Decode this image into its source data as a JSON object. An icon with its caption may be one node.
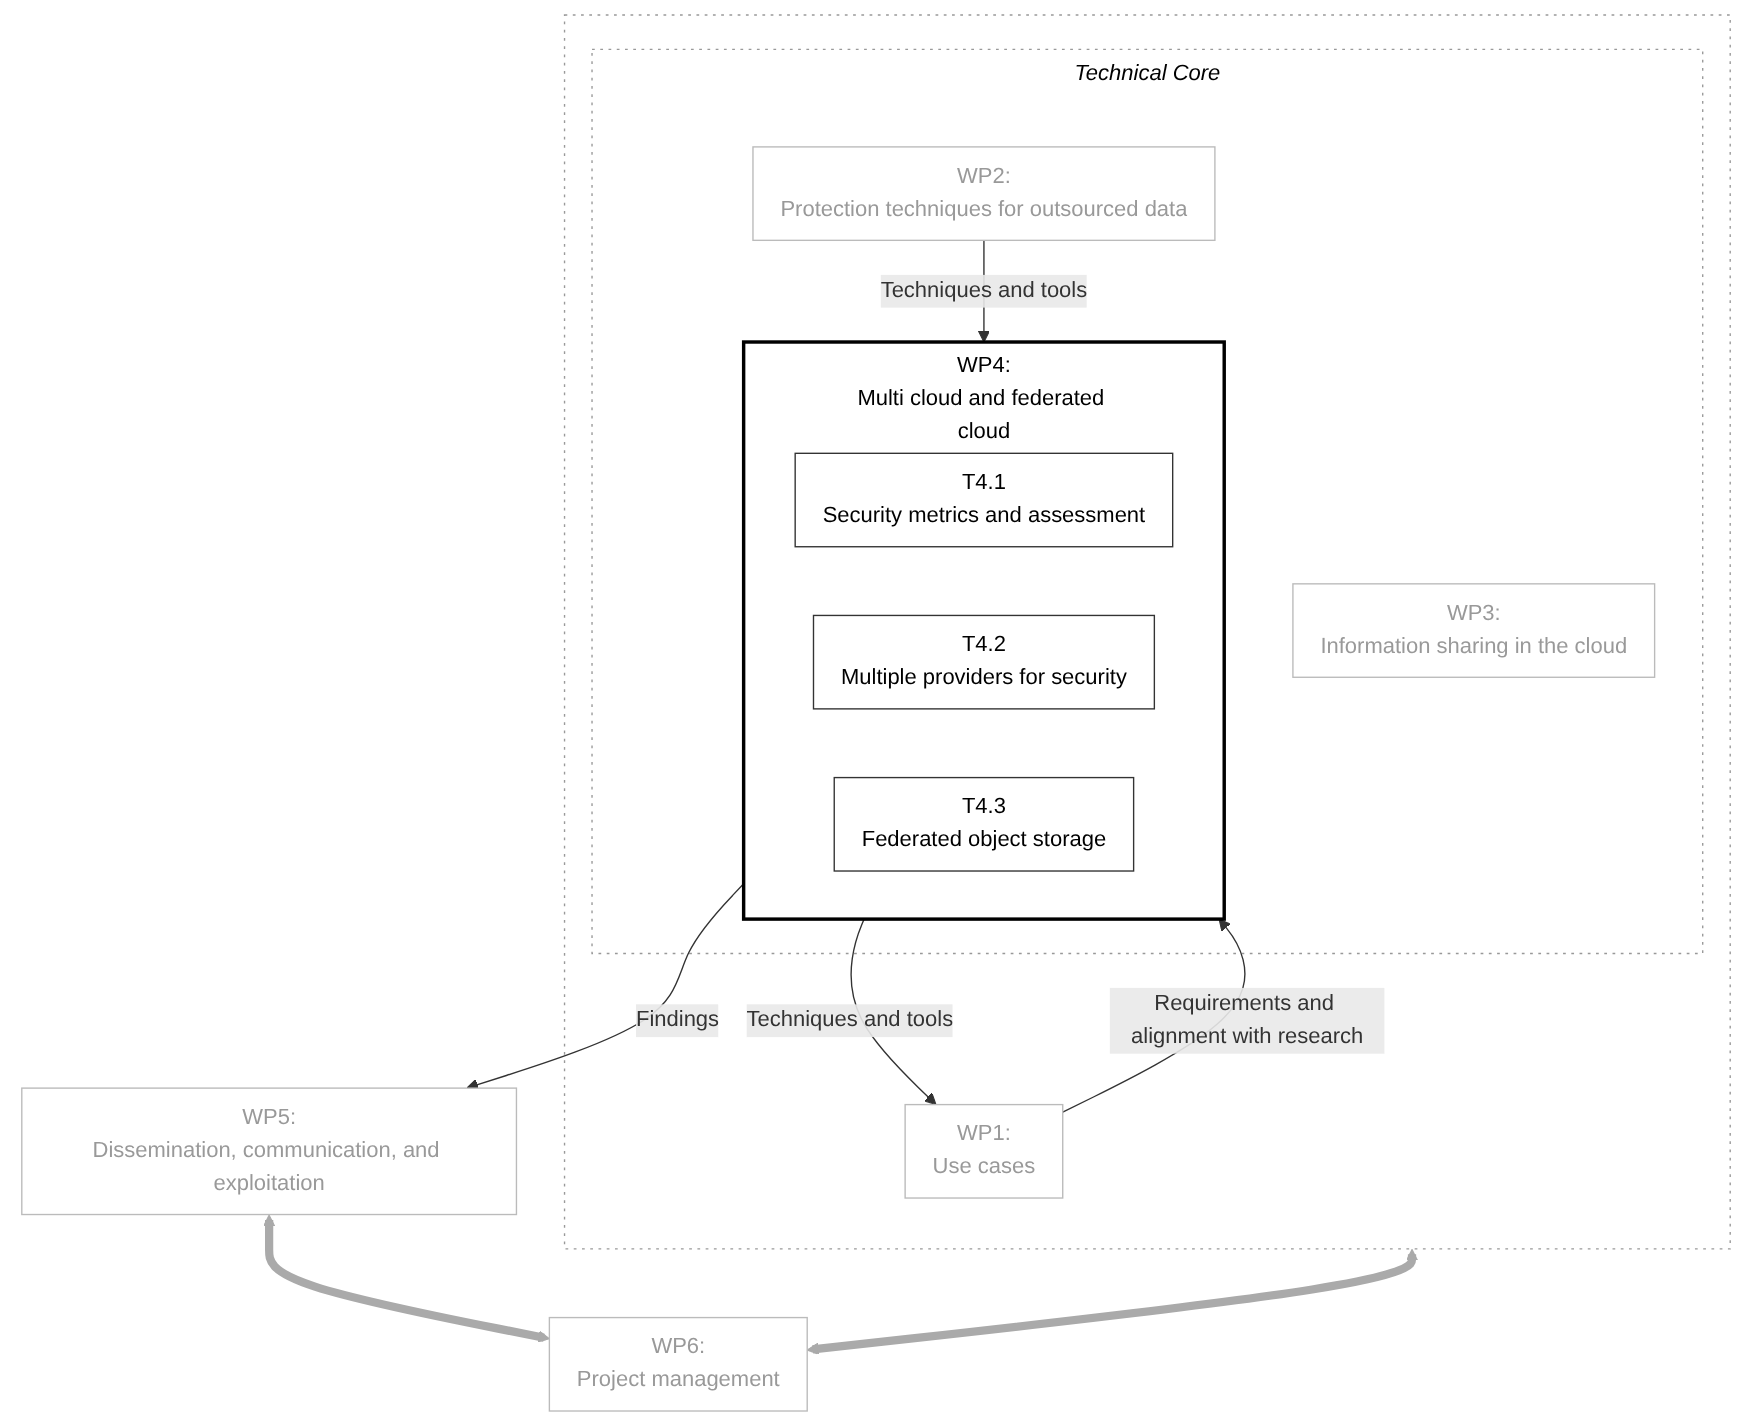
{
  "diagram": {
    "nodes": [
      {
        "text": [],
        "shape": "box"
      },
      {
        "text": [
          "WP1:",
          "Use cases"
        ],
        "in": 0
      },
      {
        "text": [
          "Technical Core"
        ],
        "in": 0
      },
      {
        "text": [
          "WP2:",
          "Protection techniques for outsourced data"
        ],
        "in": 2
      },
      {
        "text": [
          "WP3:",
          "Information sharing in the cloud"
        ],
        "in": 2
      },
      {
        "text": [
          "WP4:",
          "Multi cloud and federated cloud"
        ],
        "in": 2
      },
      {
        "text": [
          "T4.1",
          "Security metrics and assessment"
        ],
        "in": 5
      },
      {
        "text": [
          "T4.2",
          "Multiple providers for security"
        ],
        "in": 5
      },
      {
        "text": [
          "T4.3",
          "Federated object storage"
        ],
        "in": 5
      },
      {
        "text": [
          "WP5:",
          "Dissemination, communication, and exploitation"
        ]
      },
      {
        "text": [
          "WP6:",
          "Project management"
        ]
      }
    ],
    "edges": [
      {
        "from": 3,
        "to": 5,
        "arrow": "to",
        "label": "Techniques and tools"
      },
      {
        "from": 1,
        "to": 5,
        "arrow": "to",
        "label": "Requirements and alignment with research"
      },
      {
        "from": 5,
        "to": 1,
        "arrow": "to",
        "label": "Techniques and tools"
      },
      {
        "from": 5,
        "to": 9,
        "arrow": "to",
        "label": "Findings"
      },
      {
        "from": 0,
        "to": 10,
        "arrow": "both",
        "style": "thick",
        "color": "#aaaaaa"
      },
      {
        "from": 9,
        "to": 10,
        "arrow": "both",
        "style": "thick",
        "color": "#aaaaaa"
      }
    ]
  }
}
